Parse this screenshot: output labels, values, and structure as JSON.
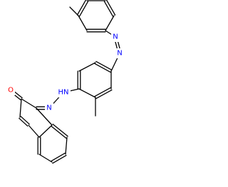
{
  "molecule": {
    "atom_labels": {
      "oxygen": "O",
      "hydrazone_nh": "HN",
      "hydrazone_n": "N",
      "azo_n1": "N",
      "azo_n2": "N"
    },
    "colors": {
      "bond": "#000000",
      "nitrogen": "#0000ff",
      "oxygen": "#ff0000",
      "background": "#ffffff"
    }
  }
}
